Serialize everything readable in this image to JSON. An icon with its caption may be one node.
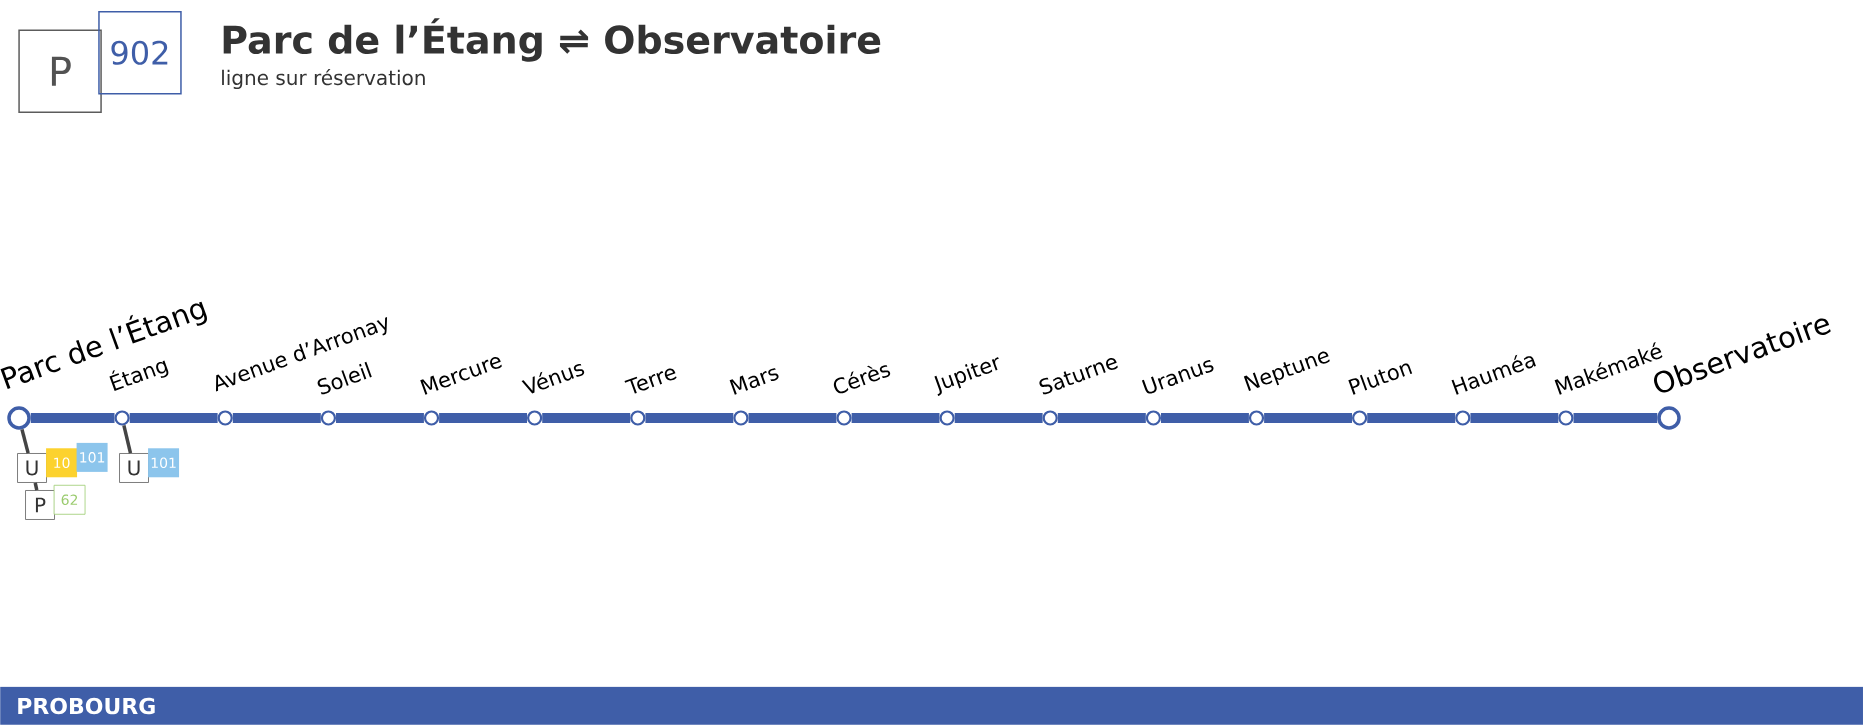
{
  "diagram": {
    "title": "Parc de l’Étang ⇌ Observatoire",
    "nodes": [
      {
        "text": [
          "P",
          "902"
        ]
      },
      {
        "text": [],
        "shape": "circle",
        "beside": [
          "Parc de l’Étang"
        ]
      },
      {
        "text": [],
        "shape": "circle",
        "beside": [
          "Étang"
        ]
      },
      {
        "text": [],
        "shape": "circle",
        "beside": [
          "Avenue d’Arronay"
        ]
      },
      {
        "text": [],
        "shape": "circle",
        "beside": [
          "Soleil"
        ]
      },
      {
        "text": [],
        "shape": "circle",
        "beside": [
          "Mercure"
        ]
      },
      {
        "text": [],
        "shape": "circle",
        "beside": [
          "Vénus"
        ]
      },
      {
        "text": [],
        "shape": "circle",
        "beside": [
          "Terre"
        ]
      },
      {
        "text": [],
        "shape": "circle",
        "beside": [
          "Mars"
        ]
      },
      {
        "text": [],
        "shape": "circle",
        "beside": [
          "Cérès"
        ]
      },
      {
        "text": [],
        "shape": "circle",
        "beside": [
          "Jupiter"
        ]
      },
      {
        "text": [],
        "shape": "circle",
        "beside": [
          "Saturne"
        ]
      },
      {
        "text": [],
        "shape": "circle",
        "beside": [
          "Uranus"
        ]
      },
      {
        "text": [],
        "shape": "circle",
        "beside": [
          "Neptune"
        ]
      },
      {
        "text": [],
        "shape": "circle",
        "beside": [
          "Pluton"
        ]
      },
      {
        "text": [],
        "shape": "circle",
        "beside": [
          "Hauméa"
        ]
      },
      {
        "text": [],
        "shape": "circle",
        "beside": [
          "Makémaké"
        ]
      },
      {
        "text": [],
        "shape": "circle",
        "beside": [
          "Observatoire"
        ]
      },
      {
        "text": [
          "U",
          "10",
          "101"
        ]
      },
      {
        "text": [
          "P",
          "62"
        ]
      },
      {
        "text": [
          "U",
          "101"
        ]
      },
      {
        "text": [
          "PROBOURG"
        ]
      }
    ],
    "edges": [
      {
        "from": 1,
        "to": 2,
        "arrow": "none"
      },
      {
        "from": 2,
        "to": 3,
        "arrow": "none"
      },
      {
        "from": 3,
        "to": 4,
        "arrow": "none"
      },
      {
        "from": 4,
        "to": 5,
        "arrow": "none"
      },
      {
        "from": 5,
        "to": 6,
        "arrow": "none"
      },
      {
        "from": 6,
        "to": 7,
        "arrow": "none"
      },
      {
        "from": 7,
        "to": 8,
        "arrow": "none"
      },
      {
        "from": 8,
        "to": 9,
        "arrow": "none"
      },
      {
        "from": 9,
        "to": 10,
        "arrow": "none"
      },
      {
        "from": 10,
        "to": 11,
        "arrow": "none"
      },
      {
        "from": 11,
        "to": 12,
        "arrow": "none"
      },
      {
        "from": 12,
        "to": 13,
        "arrow": "none"
      },
      {
        "from": 13,
        "to": 14,
        "arrow": "none"
      },
      {
        "from": 14,
        "to": 15,
        "arrow": "none"
      },
      {
        "from": 15,
        "to": 16,
        "arrow": "none"
      },
      {
        "from": 16,
        "to": 17,
        "arrow": "none"
      },
      {
        "from": 1,
        "to": 18,
        "arrow": "none",
        "color": "#444444"
      },
      {
        "from": 18,
        "to": 19,
        "arrow": "none",
        "color": "#444444"
      },
      {
        "from": 2,
        "to": 20,
        "arrow": "none",
        "color": "#444444"
      }
    ],
    "labels": [
      "ligne sur réservation"
    ]
  }
}
